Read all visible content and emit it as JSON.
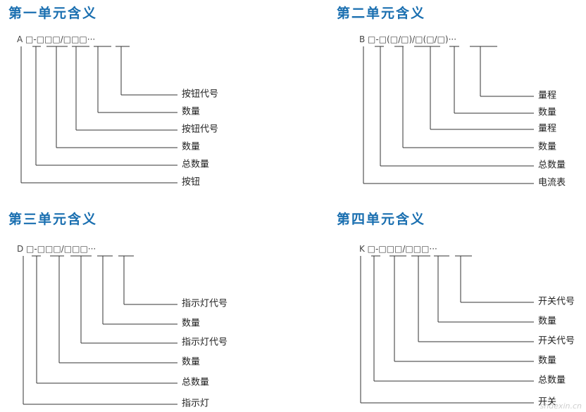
{
  "units": [
    {
      "title": "第一单元含义",
      "code": "A □-□□□/□□□···",
      "labels": [
        "按钮代号",
        "数量",
        "按钮代号",
        "数量",
        "总数量",
        "按钮"
      ]
    },
    {
      "title": "第二单元含义",
      "code": "B □-□(□/□)/□(□/□)···",
      "labels": [
        "量程",
        "数量",
        "量程",
        "数量",
        "总数量",
        "电流表"
      ]
    },
    {
      "title": "第三单元含义",
      "code": "D □-□□□/□□□···",
      "labels": [
        "指示灯代号",
        "数量",
        "指示灯代号",
        "数量",
        "总数量",
        "指示灯"
      ]
    },
    {
      "title": "第四单元含义",
      "code": "K □-□□□/□□□···",
      "labels": [
        "开关代号",
        "数量",
        "开关代号",
        "数量",
        "总数量",
        "开关"
      ]
    }
  ],
  "watermark": "shdexin.cn",
  "colors": {
    "title": "#1a6fb0",
    "line": "#333333",
    "text": "#222222"
  }
}
